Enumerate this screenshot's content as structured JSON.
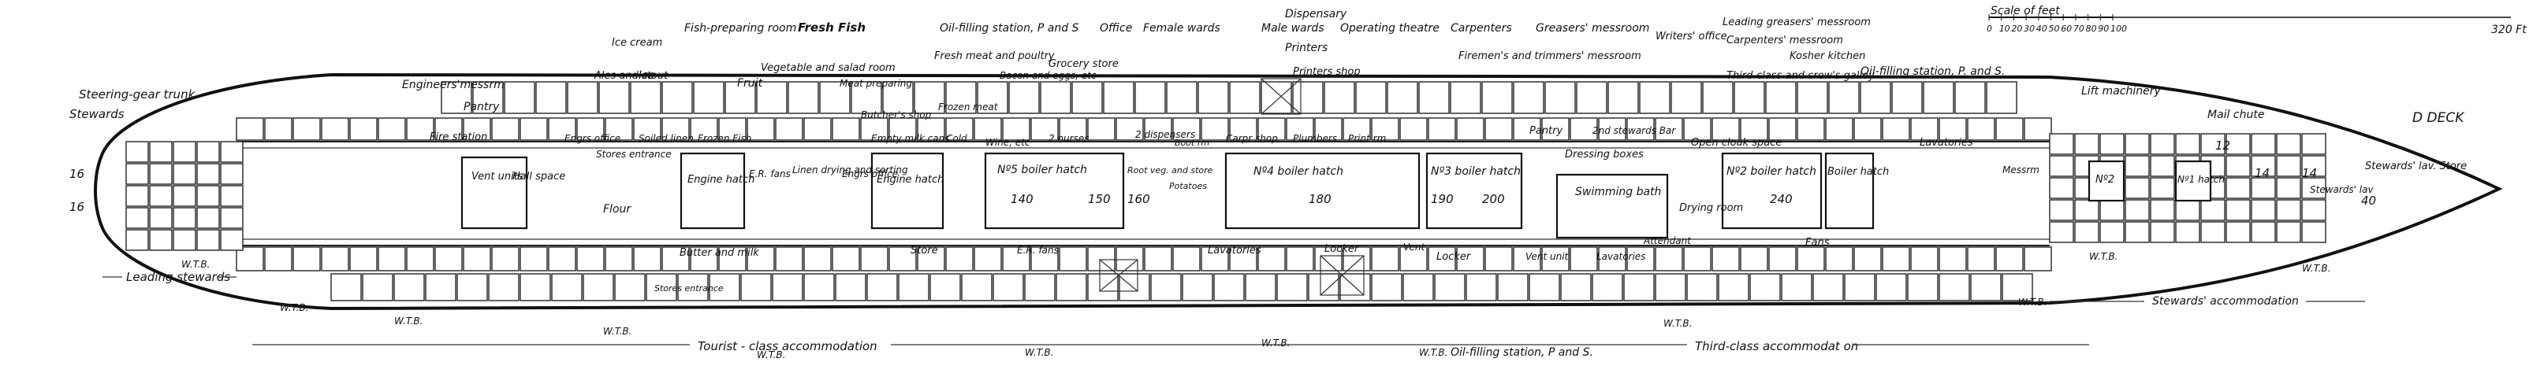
{
  "deck_name": "D DECK",
  "scale": {
    "label": "Scale of feet",
    "ticks": [
      "0",
      "10",
      "20",
      "30",
      "40",
      "50",
      "60",
      "70",
      "80",
      "90",
      "100"
    ],
    "end_label": "320 Ft"
  },
  "labels": {
    "steering_gear_trunk": "Steering-gear trunk",
    "stewards_aft": "Stewards",
    "leading_stewards": "Leading stewards",
    "engineers_messrm": "Engineers'messrm",
    "pantry_aft": "Pantry",
    "ice_cream": "Ice cream",
    "ales_and_stout": "Ales and stout",
    "ice": "Ice",
    "fish_preparing_room": "Fish-preparing room",
    "fresh_fish": "Fresh Fish",
    "fruit": "Fruit",
    "vegetable_salad_room": "Vegetable and salad room",
    "meat_preparing": "Meat preparing",
    "butchers_shop": "Butcher's shop",
    "oil_filling_station_top": "Oil-filling station, P and S",
    "office": "Office",
    "fresh_meat_poultry": "Fresh meat and poultry",
    "frozen_meat": "Frozen meat",
    "bacon_eggs": "Bacon and eggs, etc",
    "grocery_store": "Grocery store",
    "female_wards": "Female wards",
    "dispensary": "Dispensary",
    "male_wards": "Male wards",
    "operating_theatre": "Operating theatre",
    "carpenters": "Carpenters",
    "printers": "Printers",
    "printers_shop": "Printers shop",
    "firemens_trimmers_messroom": "Firemen's and trimmers' messroom",
    "greasers_messroom": "Greasers' messroom",
    "writers_office": "Writers' office",
    "leading_greasers_messroom": "Leading greasers' messroom",
    "carpenters_messroom": "Carpenters' messroom",
    "kosher_kitchen": "Kosher kitchen",
    "third_class_crews_galley": "Third-class and crew's galley",
    "oil_filling_station_fwd": "Oil-filling station, P. and S.",
    "lift_machinery": "Lift machinery",
    "mail_chute": "Mail chute",
    "stewards_lav_store": "Stewards' lav. Store",
    "fire_station": "Fire station",
    "vent_units": "Vent units",
    "hall_space": "Hall space",
    "engrs_office": "Engrs office",
    "stores_entrance": "Stores entrance",
    "soiled_linen": "Soiled linen",
    "frozen_fish": "Frozen Fish",
    "flour": "Flour",
    "engine_hatch_aft": "Engine hatch",
    "er_fans": "E.R. fans",
    "linen_drying_sorting": "Linen drying and sorting",
    "engrs_office_2": "Engrs office",
    "empty_milk_cans": "Empty milk cans",
    "cold": "Cold",
    "engine_hatch_fwd": "Engine hatch",
    "wine_etc": "Wine, etc",
    "nurses": "2 nurses",
    "boiler_hatch_5": "Nº5 boiler hatch",
    "boiler_hatch_4": "Nº4 boiler hatch",
    "boiler_hatch_3": "Nº3 boiler hatch",
    "boiler_hatch_2": "Nº2 boiler hatch",
    "root_veg_store": "Root veg. and store",
    "potatoes": "Potatoes",
    "dispensers": "2 dispensers",
    "boot_rm": "Boot rm",
    "carpr_shop": "Carpr shop",
    "plumbers": "Plumbers",
    "print_rm": "Print rm",
    "dressing_boxes": "Dressing boxes",
    "swimming_bath": "Swimming bath",
    "pantry_fwd": "Pantry",
    "stewards_bar": "2nd stewards Bar",
    "open_cloak_space": "Open cloak space",
    "drying_room": "Drying room",
    "boiler_hatch": "Boiler hatch",
    "lavatories_fwd": "Lavatories",
    "messrm": "Messrm",
    "no2_hatch": "Nº2",
    "no1_hatch": "Nº1 hatch",
    "stewards_lav": "Stewards' lav",
    "butter_and_milk": "Butter and milk",
    "stores_entrance_2": "Stores entrance",
    "store": "Store",
    "er_fans_2": "E.R. fans",
    "lavatories_mid": "Lavatories",
    "locker_1": "Locker",
    "vent": "Vent",
    "locker_2": "Locker",
    "vent_unit": "Vent unit",
    "lavatories_lower": "Lavatories",
    "attendant": "Attendant",
    "fans": "Fans",
    "stewards_accommodation": "Stewards' accommodation",
    "tourist_class_accommodation": "Tourist - class accommodation",
    "oil_filling_station_bottom": "Oil-filling station, P and S.",
    "third_class_accommodation": "Third-class accommodat on",
    "wtb": "W.T.B."
  },
  "frame_numbers": [
    "16",
    "16",
    "140",
    "150",
    "160",
    "180",
    "190",
    "200",
    "240",
    "14",
    "12",
    "14",
    "40"
  ]
}
